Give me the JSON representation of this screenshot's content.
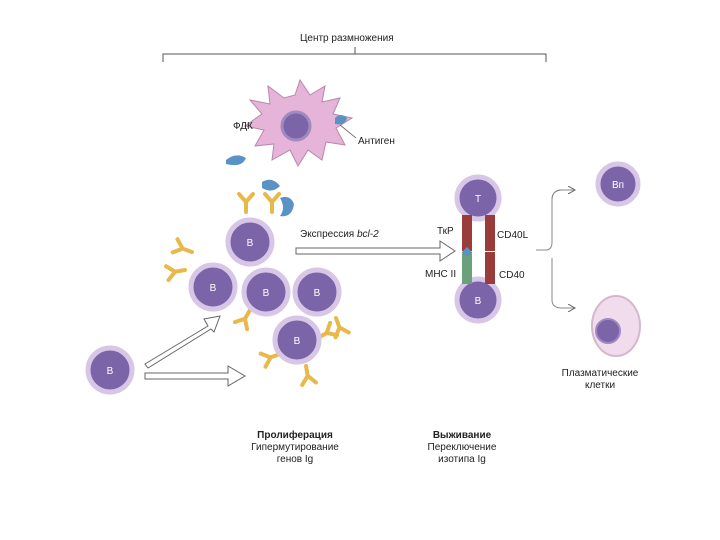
{
  "title": "Центр размножения",
  "labels": {
    "fdc": "ФДК",
    "antigen": "Антиген",
    "bcl2_prefix": "Экспрессия ",
    "bcl2_gene": "bcl-2",
    "tcr": "ТкР",
    "cd40l": "CD40L",
    "mhc2": "MHC II",
    "cd40": "CD40"
  },
  "cells": {
    "b": "В",
    "t": "Т",
    "bm": "Вп"
  },
  "captions": {
    "proliferation_title": "Пролиферация",
    "proliferation_l1": "Гипермутирование",
    "proliferation_l2": "генов Ig",
    "survival_title": "Выживание",
    "survival_l1": "Переключение",
    "survival_l2": "изотипа Ig",
    "plasma_l1": "Плазматические",
    "plasma_l2": "клетки"
  },
  "colors": {
    "cell_fill": "#7b64a8",
    "cell_ring": "#d8c6e6",
    "fdc": "#e6b4d8",
    "receptor": "#e8b84a",
    "antigen": "#5b92c6"
  }
}
